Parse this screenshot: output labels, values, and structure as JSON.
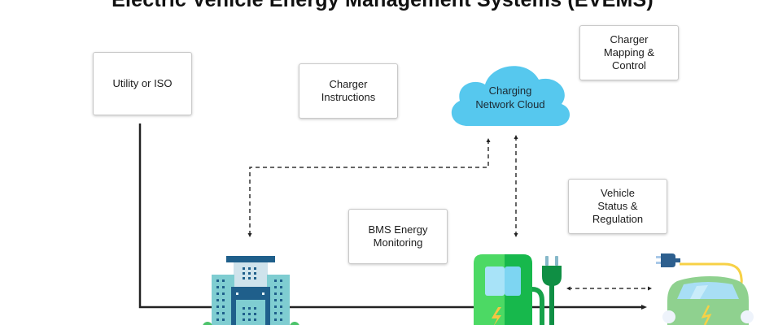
{
  "title": "Electric Vehicle Energy Management Systems (EVEMS)",
  "nodes": {
    "utility": "Utility or ISO",
    "charger_instructions": "Charger\nInstructions",
    "cloud": "Charging\nNetwork Cloud",
    "charger_mapping": "Charger\nMapping &\nControl",
    "bms": "BMS Energy\nMonitoring",
    "vehicle_status": "Vehicle\nStatus &\nRegulation"
  },
  "icons": {
    "building": "building-icon",
    "charger": "ev-charger-icon",
    "car": "electric-car-icon"
  },
  "colors": {
    "cloud": "#56c8ee",
    "charger_light": "#4cd964",
    "charger_dark": "#17b84c",
    "building_teal": "#7fcdd1",
    "building_navy": "#1f5f8b",
    "car_green": "#8fd18f",
    "cable_yellow": "#f7d146"
  }
}
